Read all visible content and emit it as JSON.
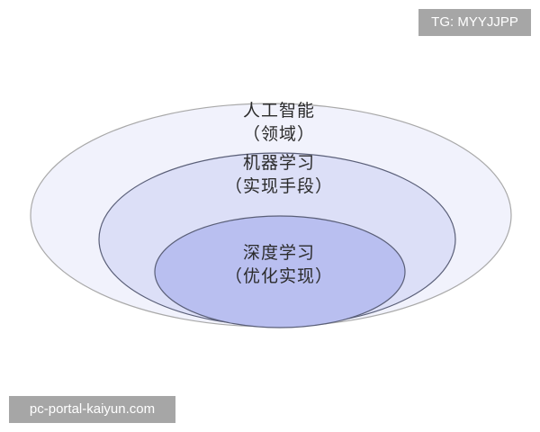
{
  "diagram": {
    "type": "nested-ellipses",
    "layers": [
      {
        "title": "人工智能",
        "subtitle": "（领域）",
        "fill": "#f1f2fc",
        "stroke": "#a9a9a9"
      },
      {
        "title": "机器学习",
        "subtitle": "（实现手段）",
        "fill": "#dcdff7",
        "stroke": "#5a5f78"
      },
      {
        "title": "深度学习",
        "subtitle": "（优化实现）",
        "fill": "#b9bff0",
        "stroke": "#5a5f78"
      }
    ]
  },
  "watermarks": {
    "top_right": "TG: MYYJJPP",
    "bottom_left": "pc-portal-kaiyun.com"
  }
}
